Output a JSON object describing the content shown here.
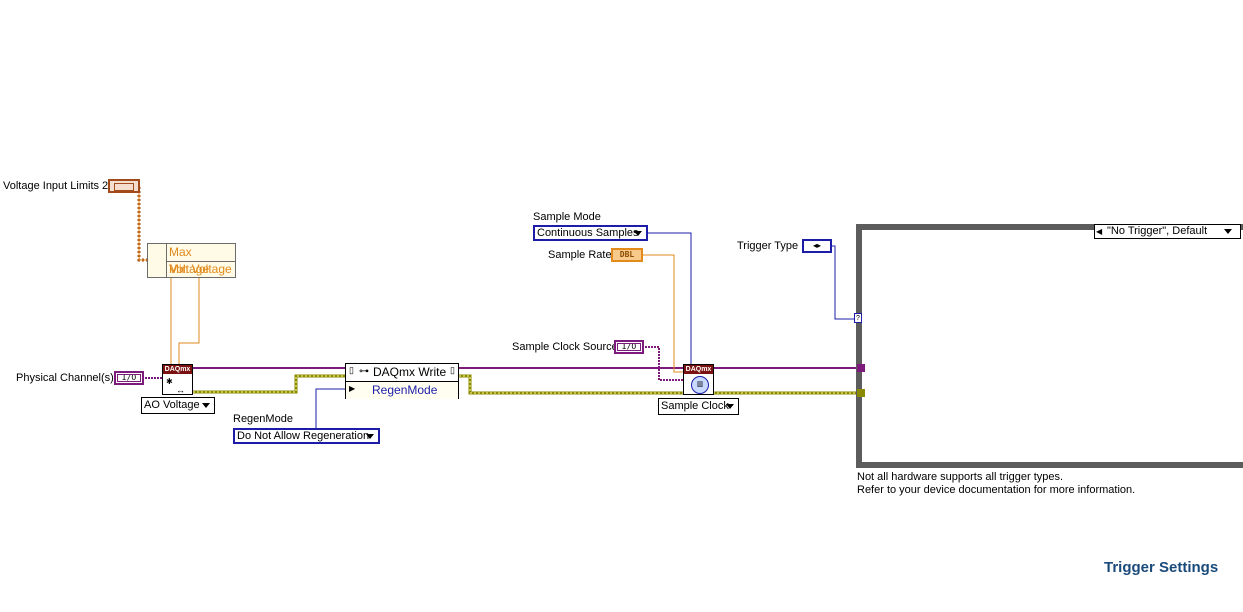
{
  "labels": {
    "voltage_input_limits": "Voltage Input Limits 2",
    "physical_channels": "Physical Channel(s)",
    "regen_mode_label": "RegenMode",
    "sample_mode_label": "Sample Mode",
    "sample_rate_label": "Sample Rate",
    "sample_clock_source_label": "Sample Clock Source",
    "trigger_type_label": "Trigger Type"
  },
  "bundle": {
    "max": "Max Voltage",
    "min": "Min Voltage"
  },
  "write_node": {
    "title": "DAQmx Write",
    "property": "RegenMode"
  },
  "rings": {
    "ao_voltage": "AO Voltage",
    "sample_clock": "Sample Clock"
  },
  "enums": {
    "regen_mode": "Do Not Allow Regeneration",
    "sample_mode": "Continuous Samples"
  },
  "terminals": {
    "io": "I/O",
    "dbl": "DBL",
    "trigger_enum": "◂▸",
    "vi_header": "DAQmx"
  },
  "case_selector": "\"No Trigger\", Default",
  "note": {
    "line1": "Not all hardware supports all trigger types.",
    "line2": "Refer to your device documentation for more information."
  },
  "section_title": "Trigger Settings",
  "colors": {
    "task_wire": "#7d1b7d",
    "error_wire": "#8a8a00",
    "numeric_wire": "#e08a1c",
    "enum_wire": "#1c1ca8"
  }
}
